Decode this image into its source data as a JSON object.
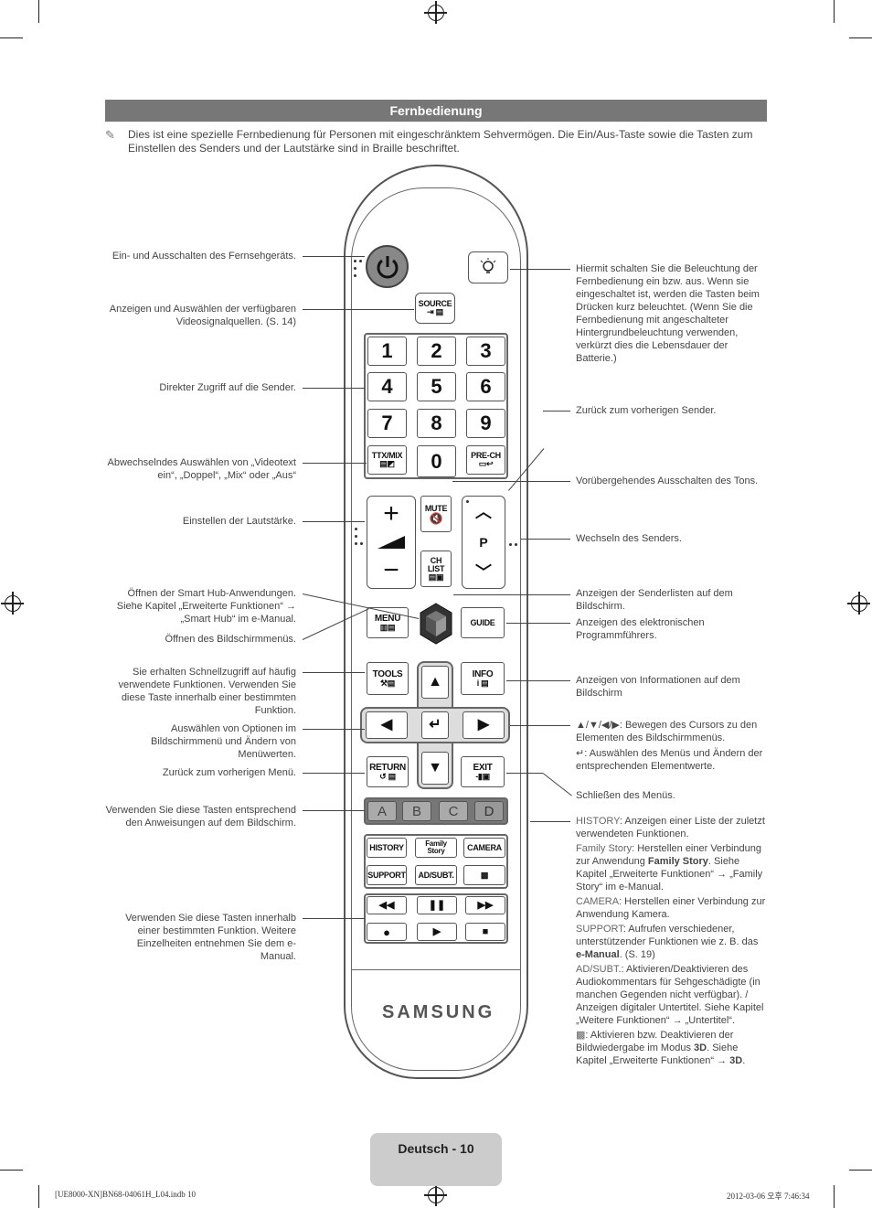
{
  "header_title": "Fernbedienung",
  "intro": "Dies ist eine spezielle Fernbedienung für Personen mit eingeschränktem Sehvermögen. Die Ein/Aus-Taste sowie die Tasten zum Einstellen des Senders und der Lautstärke sind in Braille beschriftet.",
  "left_annotations": [
    "Ein- und Ausschalten des Fernsehgeräts.",
    "Anzeigen und Auswählen der verfügbaren Videosignalquellen. (S. 14)",
    "Direkter Zugriff auf die Sender.",
    "Abwechselndes Auswählen von „Videotext ein“, „Doppel“, „Mix“ oder „Aus“",
    "Einstellen der Lautstärke.",
    "Öffnen der Smart Hub-Anwendungen. Siehe Kapitel „Erweiterte Funktionen“ → „Smart Hub“ im e-Manual.",
    "Öffnen des Bildschirmmenüs.",
    "Sie erhalten Schnellzugriff auf häufig verwendete Funktionen. Verwenden Sie diese Taste innerhalb einer bestimmten Funktion.",
    "Auswählen von Optionen im Bildschirmmenü und Ändern von Menüwerten.",
    "Zurück zum vorherigen Menü.",
    "Verwenden Sie diese Tasten entsprechend den Anweisungen auf dem Bildschirm.",
    "Verwenden Sie diese Tasten innerhalb einer bestimmten Funktion. Weitere Einzelheiten entnehmen Sie dem e-Manual."
  ],
  "right_annotations": [
    "Hiermit schalten Sie die Beleuchtung der Fernbedienung ein bzw. aus. Wenn sie eingeschaltet ist, werden die Tasten beim Drücken kurz beleuchtet. (Wenn Sie die Fernbedienung mit angeschalteter Hintergrundbeleuchtung verwenden, verkürzt dies die Lebensdauer der Batterie.)",
    "Zurück zum vorherigen Sender.",
    "Vorübergehendes Ausschalten des Tons.",
    "Wechseln des Senders.",
    "Anzeigen der Senderlisten auf dem Bildschirm.",
    "Anzeigen des elektronischen Programmführers.",
    "Anzeigen von Informationen auf dem Bildschirm",
    "▲/▼/◀/▶: Bewegen des Cursors zu den Elementen des Bildschirmmenüs.",
    "↵: Auswählen des Menüs und Ändern der entsprechenden Elementwerte.",
    "Schließen des Menüs."
  ],
  "feature_notes": {
    "history_label": "HISTORY",
    "history_text": ": Anzeigen einer Liste der zuletzt verwendeten Funktionen.",
    "family_label": "Family Story",
    "family_text": ": Herstellen einer Verbindung zur Anwendung ",
    "family_bold": "Family Story",
    "family_text2": ". Siehe Kapitel „Erweiterte Funktionen“ → „Family Story“ im e-Manual.",
    "camera_label": "CAMERA",
    "camera_text": ": Herstellen einer Verbindung zur Anwendung Kamera.",
    "support_label": "SUPPORT",
    "support_text": ": Aufrufen verschiedener, unterstützender Funktionen wie z. B. das ",
    "support_bold": "e-Manual",
    "support_text2": ". (S. 19)",
    "adsubt_label": "AD/SUBT.",
    "adsubt_text": ": Aktivieren/Deaktivieren des Audiokommentars für Sehgeschädigte (in manchen Gegenden nicht verfügbar). / Anzeigen digitaler Untertitel. Siehe Kapitel „Weitere Funktionen“ → „Untertitel“.",
    "threed_text": ": Aktivieren bzw. Deaktivieren der Bildwiedergabe im Modus ",
    "threed_bold": "3D",
    "threed_text2": ". Siehe Kapitel „Erweiterte Funktionen“ → ",
    "threed_bold2": "3D",
    "threed_text3": "."
  },
  "remote": {
    "source": "SOURCE",
    "digits": [
      "1",
      "2",
      "3",
      "4",
      "5",
      "6",
      "7",
      "8",
      "9",
      "0"
    ],
    "ttx": "TTX/MIX",
    "prech": "PRE-CH",
    "mute": "MUTE",
    "chlist": "CH LIST",
    "p": "P",
    "menu": "MENU",
    "guide": "GUIDE",
    "tools": "TOOLS",
    "info": "INFO",
    "return": "RETURN",
    "exit": "EXIT",
    "colors": [
      "A",
      "B",
      "C",
      "D"
    ],
    "history": "HISTORY",
    "family": "Family Story",
    "camera": "CAMERA",
    "support": "SUPPORT",
    "adsubt": "AD/SUBT.",
    "brand": "SAMSUNG"
  },
  "footer": {
    "page": "Deutsch - 10",
    "file": "[UE8000-XN]BN68-04061H_L04.indb   10",
    "date": "2012-03-06   오후 7:46:34"
  }
}
